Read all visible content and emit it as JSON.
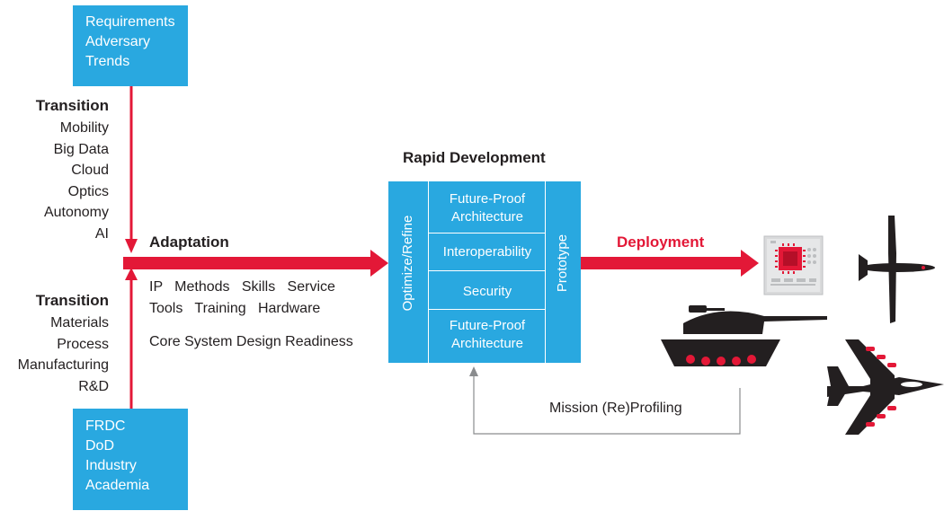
{
  "top_box": {
    "lines": [
      "Requirements",
      "Adversary",
      "Trends"
    ]
  },
  "bottom_box": {
    "lines": [
      "FRDC",
      "DoD",
      "Industry",
      "Academia"
    ]
  },
  "transition_top": {
    "title": "Transition",
    "items": [
      "Mobility",
      "Big Data",
      "Cloud",
      "Optics",
      "Autonomy",
      "AI"
    ]
  },
  "transition_bottom": {
    "title": "Transition",
    "items": [
      "Materials",
      "Process",
      "Manufacturing",
      "R&D"
    ]
  },
  "adaptation": {
    "title": "Adaptation",
    "row1": "IP   Methods   Skills   Service",
    "row2": "Tools   Training   Hardware",
    "row3": "Core System Design Readiness"
  },
  "rapid_development": {
    "title": "Rapid Development",
    "left_label": "Optimize/Refine",
    "right_label": "Prototype",
    "cells": [
      "Future-Proof Architecture",
      "Interoperability",
      "Security",
      "Future-Proof Architecture"
    ]
  },
  "deployment": {
    "label": "Deployment"
  },
  "feedback": {
    "label": "Mission (Re)Profiling"
  },
  "icons": [
    "chip-icon",
    "tank-icon",
    "drone-icon",
    "fighter-jet-icon"
  ],
  "colors": {
    "accent": "#e31837",
    "box_blue": "#29a8e0",
    "dark": "#231f20"
  }
}
